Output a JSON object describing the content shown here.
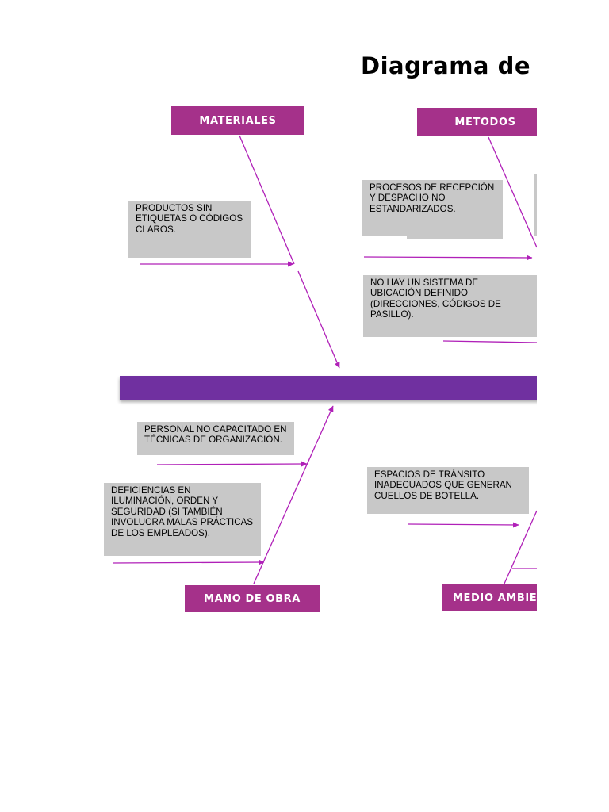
{
  "title": "Diagrama de",
  "categories": {
    "materiales": "MATERIALES",
    "metodos": "METODOS",
    "mano_de_obra": "MANO DE OBRA",
    "medio_ambiente": "MEDIO AMBIE"
  },
  "causes": {
    "materiales_1": "PRODUCTOS SIN ETIQUETAS O CÓDIGOS CLAROS.",
    "metodos_1": "PROCESOS DE RECEPCIÓN Y DESPACHO NO ESTANDARIZADOS.",
    "metodos_2": "NO HAY UN SISTEMA DE UBICACIÓN DEFINIDO (DIRECCIONES, CÓDIGOS DE PASILLO).",
    "mano_de_obra_1": "PERSONAL NO CAPACITADO EN TÉCNICAS DE ORGANIZACIÓN.",
    "mano_de_obra_2": "DEFICIENCIAS EN ILUMINACIÓN, ORDEN Y SEGURIDAD (SI TAMBIÉN INVOLUCRA MALAS PRÁCTICAS DE LOS EMPLEADOS).",
    "medio_ambiente_1": "ESPACIOS DE TRÁNSITO INADECUADOS QUE GENERAN CUELLOS DE BOTELLA."
  },
  "colors": {
    "spine": "#7030a0",
    "category_box": "#a5318a",
    "connector": "#b020b8",
    "cause_box": "#c8c8c8"
  }
}
